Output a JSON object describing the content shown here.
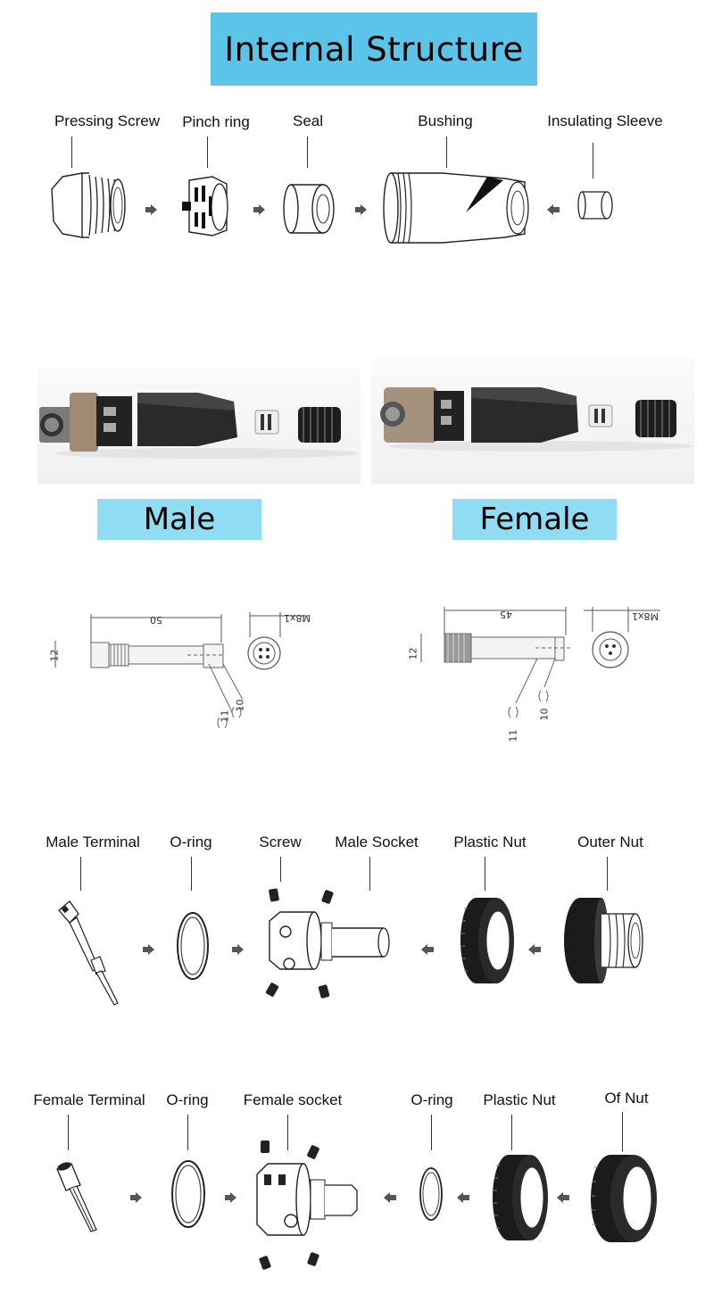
{
  "banner": {
    "title": "Internal Structure"
  },
  "row1": {
    "labels": [
      "Pressing Screw",
      "Pinch ring",
      "Seal",
      "Bushing",
      "Insulating Sleeve"
    ]
  },
  "photos": {
    "male_label": "Male",
    "female_label": "Female"
  },
  "drawings": {
    "male": {
      "length": "50",
      "diameter": "12",
      "thread": "M8x1",
      "callout_a": "11",
      "callout_b": "10"
    },
    "female": {
      "length": "45",
      "diameter": "12",
      "thread": "M8x1",
      "callout_a": "11",
      "callout_b": "10"
    }
  },
  "row2": {
    "labels": [
      "Male Terminal",
      "O-ring",
      "Screw",
      "Male Socket",
      "Plastic Nut",
      "Outer Nut"
    ]
  },
  "row3": {
    "labels": [
      "Female Terminal",
      "O-ring",
      "Female socket",
      "O-ring",
      "Plastic Nut",
      "Of Nut"
    ]
  },
  "colors": {
    "banner": "#5cc4e8",
    "banner_small": "#8fdcf3"
  },
  "icons": [
    "arrow-right-icon",
    "arrow-left-icon"
  ]
}
